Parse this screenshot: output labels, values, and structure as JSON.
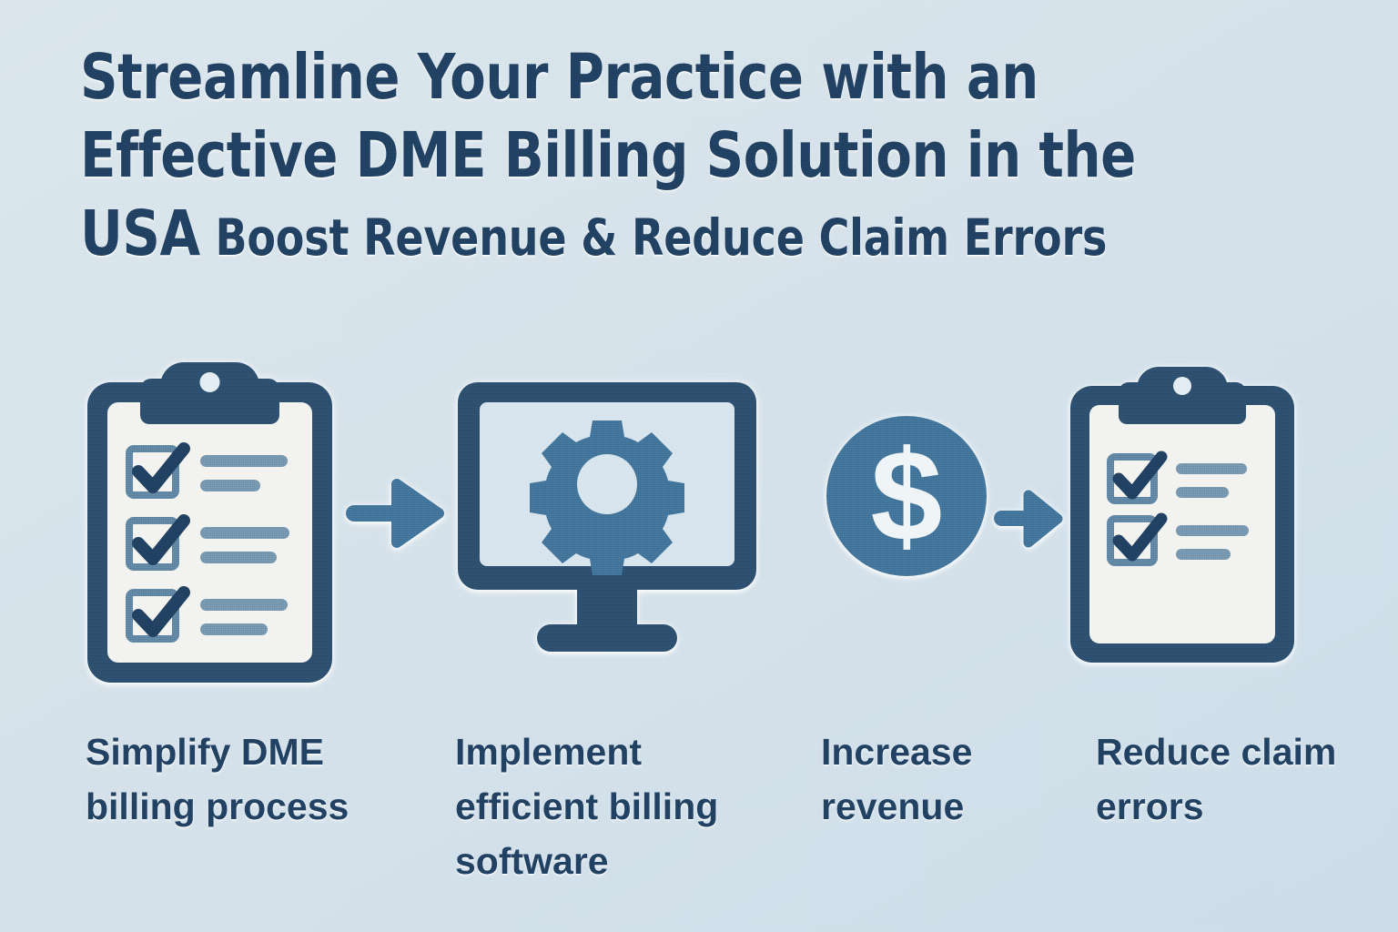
{
  "background": {
    "color_top": "#d9e5ec",
    "color_bottom": "#c9dbe8"
  },
  "palette": {
    "navy": "#2b4b69",
    "navy_dark": "#1f3d5c",
    "steel": "#3f6e94",
    "slate": "#5b7f9e",
    "line": "#6f91aa",
    "paper": "#f2f3ef"
  },
  "title": {
    "line1": "Streamline Your Practice with an",
    "line2": "Effective DME Billing Solution in the",
    "line3_emphasis": "USA",
    "line3_rest": "Boost Revenue & Reduce Claim Errors"
  },
  "flow": {
    "steps": [
      {
        "icon": "clipboard-checklist-icon",
        "checkbox_rows": 3,
        "caption": "Simplify DME billing process"
      },
      {
        "icon": "monitor-gear-icon",
        "caption": "Implement efficient billing software"
      },
      {
        "icon": "dollar-circle-icon",
        "symbol": "$",
        "caption": "Increase revenue"
      },
      {
        "icon": "clipboard-checklist-icon",
        "checkbox_rows": 2,
        "caption": "Reduce claim errors"
      }
    ],
    "arrows": [
      {
        "name": "arrow-right-icon",
        "between": "step1-step2"
      },
      {
        "name": "arrow-right-icon",
        "between": "step3-step4"
      }
    ]
  }
}
